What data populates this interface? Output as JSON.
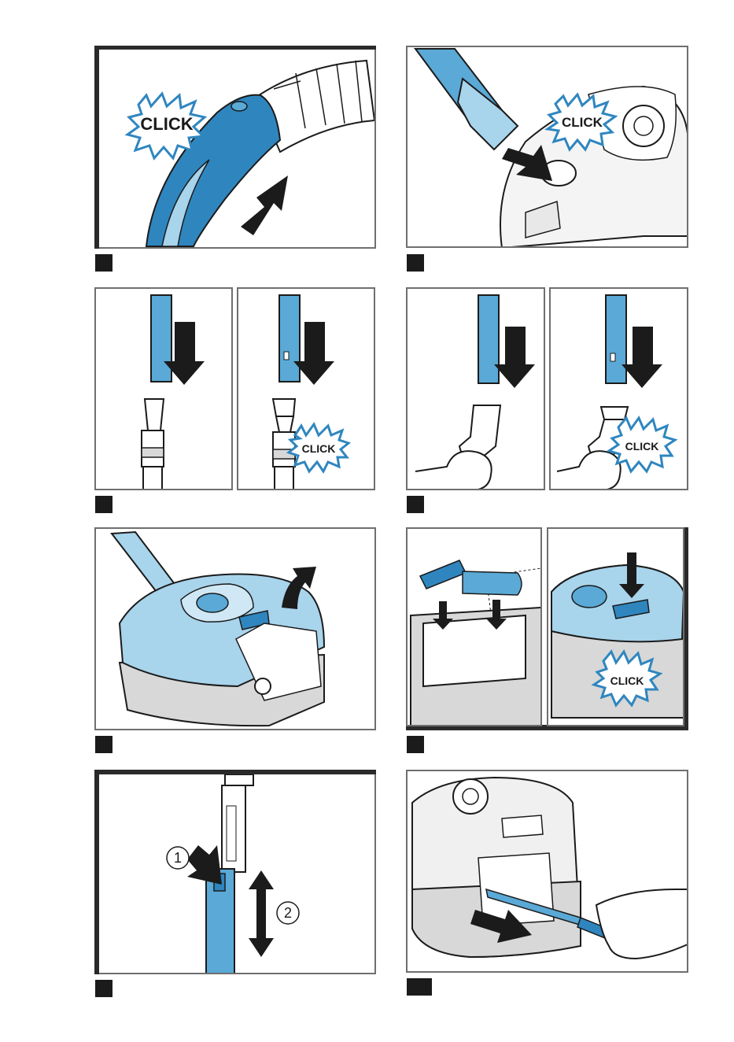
{
  "click_text": "CLICK",
  "callouts": {
    "one": "1",
    "two": "2"
  },
  "colors": {
    "blue": "#5aa9d6",
    "blue_dark": "#2f86bf",
    "light_blue": "#a8d4ec",
    "gray": "#d8d8d8",
    "frame": "#6f6f6f",
    "black": "#1b1b1b"
  },
  "icons": [
    "click-starburst-icon",
    "arrow-icon",
    "hose-icon",
    "tube-icon",
    "vacuum-icon",
    "nozzle-icon",
    "hand-icon",
    "brush-icon"
  ]
}
